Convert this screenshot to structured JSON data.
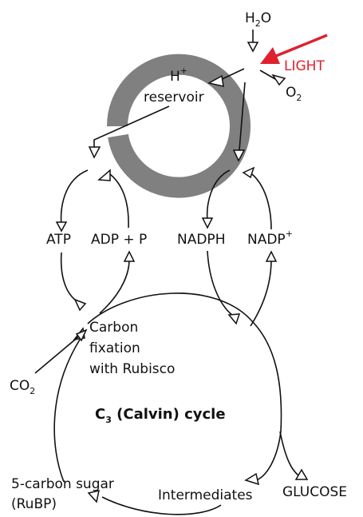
{
  "labels": {
    "h2o_main": "H",
    "h2o_sub": "2",
    "h2o_tail": "O",
    "light": "LIGHT",
    "o2_main": "O",
    "o2_sub": "2",
    "hplus_main": "H",
    "hplus_sup": "+",
    "reservoir": "reservoir",
    "atp": "ATP",
    "adp_p": "ADP + P",
    "nadph": "NADPH",
    "nadp_main": "NADP",
    "nadp_sup": "+",
    "carbon": "Carbon",
    "fixation": "fixation",
    "with_rubisco": "with Rubisco",
    "co2_main": "CO",
    "co2_sub": "2",
    "c3_main": "C",
    "c3_sub": "3",
    "c3_rest": " (Calvin) cycle",
    "five_carbon": "5-carbon sugar",
    "rubp": "(RuBP)",
    "intermediates": "Intermediates",
    "glucose": "GLUCOSE"
  },
  "colors": {
    "membrane": "#808080",
    "light_arrow": "#e0202e",
    "text": "#111111"
  }
}
